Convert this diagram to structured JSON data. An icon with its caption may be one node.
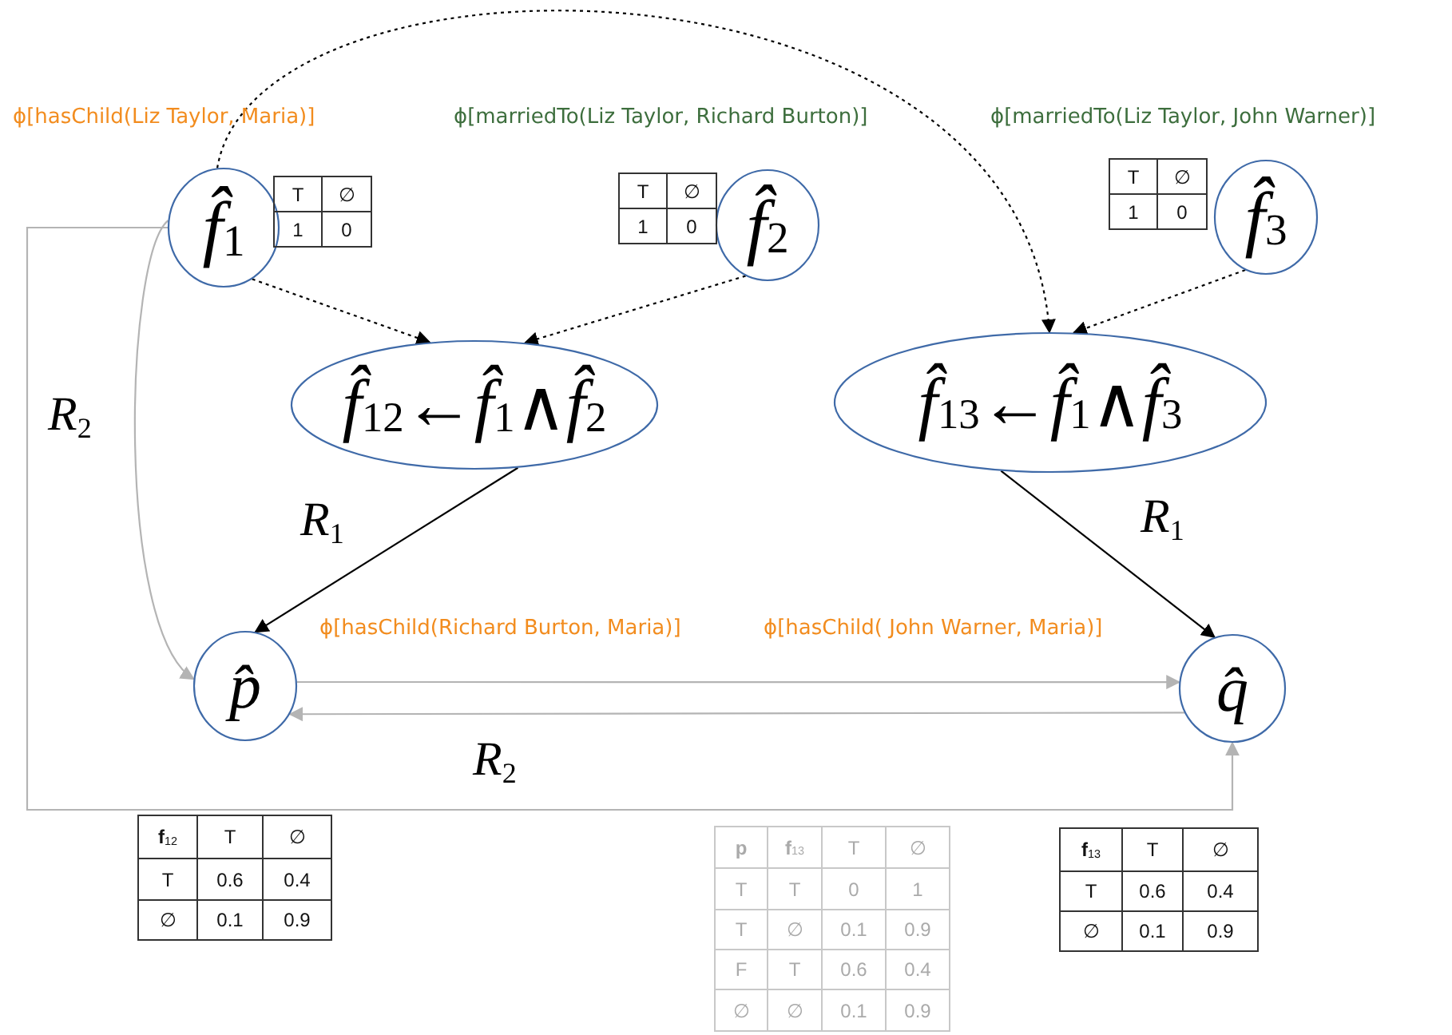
{
  "diagram": {
    "nodes": [
      {
        "text": [
          "*f̂*$_{1}$"
        ],
        "beside": [
          "ϕ[hasChild(Liz Taylor, Maria)]"
        ]
      },
      {
        "text": [
          "*f̂*$_{2}$"
        ],
        "beside": [
          "ϕ[marriedTo(Liz Taylor, Richard Burton)]"
        ]
      },
      {
        "text": [
          "*f̂*$_{3}$"
        ],
        "beside": [
          "ϕ[marriedTo(Liz Taylor, John Warner)]"
        ]
      },
      {
        "text": [
          "*f̂*$_{12}$←*f̂*$_{1}$∧*f̂*$_{2}$"
        ]
      },
      {
        "text": [
          "*f̂*$_{13}$←*f̂*$_{1}$∧*f̂*$_{3}$"
        ]
      },
      {
        "text": [
          "*p̂*"
        ],
        "beside": [
          "ϕ[hasChild(Richard Burton, Maria)]"
        ]
      },
      {
        "text": [
          "*q̂*"
        ],
        "beside": [
          "ϕ[hasChild( John Warner, Maria)]"
        ]
      }
    ],
    "edges": [
      {
        "from": 0,
        "to": 3,
        "arrow": "to",
        "style": "dashed"
      },
      {
        "from": 1,
        "to": 3,
        "arrow": "to",
        "style": "dashed"
      },
      {
        "from": 0,
        "to": 4,
        "arrow": "to",
        "style": "dashed"
      },
      {
        "from": 2,
        "to": 4,
        "arrow": "to",
        "style": "dashed"
      },
      {
        "from": 3,
        "to": 5,
        "arrow": "to",
        "label": "*R*$_{1}$"
      },
      {
        "from": 4,
        "to": 6,
        "arrow": "to",
        "label": "*R*$_{1}$"
      },
      {
        "from": 0,
        "to": 5,
        "arrow": "to",
        "label": "*R*$_{2}$",
        "color": "#b4b4b4"
      },
      {
        "from": 0,
        "to": 6,
        "arrow": "to",
        "color": "#b4b4b4"
      },
      {
        "from": 5,
        "to": 6,
        "arrow": "to",
        "color": "#b4b4b4"
      },
      {
        "from": 6,
        "to": 5,
        "arrow": "to",
        "label": "*R*$_{2}$",
        "color": "#b4b4b4"
      }
    ],
    "labels": [
      "T",
      "∅",
      "1",
      "0",
      "T",
      "∅",
      "1",
      "0",
      "T",
      "∅",
      "1",
      "0",
      "**f**$_{12}$",
      "T",
      "∅",
      "T",
      "0.6",
      "0.4",
      "∅",
      "0.1",
      "0.9",
      "**p**",
      "**f**$_{13}$",
      "T",
      "∅",
      "T",
      "T",
      "0",
      "1",
      "T",
      "∅",
      "0.1",
      "0.9",
      "F",
      "T",
      "0.6",
      "0.4",
      "∅",
      "∅",
      "0.1",
      "0.9",
      "**f**$_{13}$",
      "T",
      "∅",
      "T",
      "0.6",
      "0.4",
      "∅",
      "0.1",
      "0.9"
    ]
  }
}
